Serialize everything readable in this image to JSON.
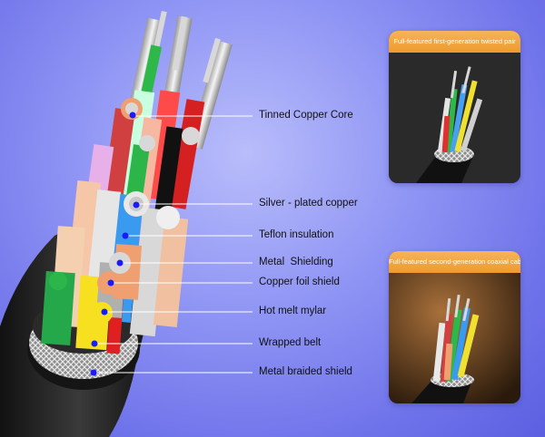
{
  "callouts": [
    "Tinned Copper Core",
    "Silver - plated copper",
    "Teflon insulation",
    "Metal  Shielding",
    "Copper foil shield",
    "Hot melt mylar",
    "Wrapped belt",
    "Metal braided shield"
  ],
  "cards": [
    {
      "title": "Full-featured first-generation twisted pair"
    },
    {
      "title": "Full-featured second-generation coaxial cable"
    }
  ],
  "colors": {
    "background": "#8f95f4",
    "label_line": "#ffffff",
    "marker_dot": "#1a1aff",
    "card_header": "#f2a33a",
    "card1_body": "#2a2a2a",
    "card2_body": "#5a3a1c"
  }
}
